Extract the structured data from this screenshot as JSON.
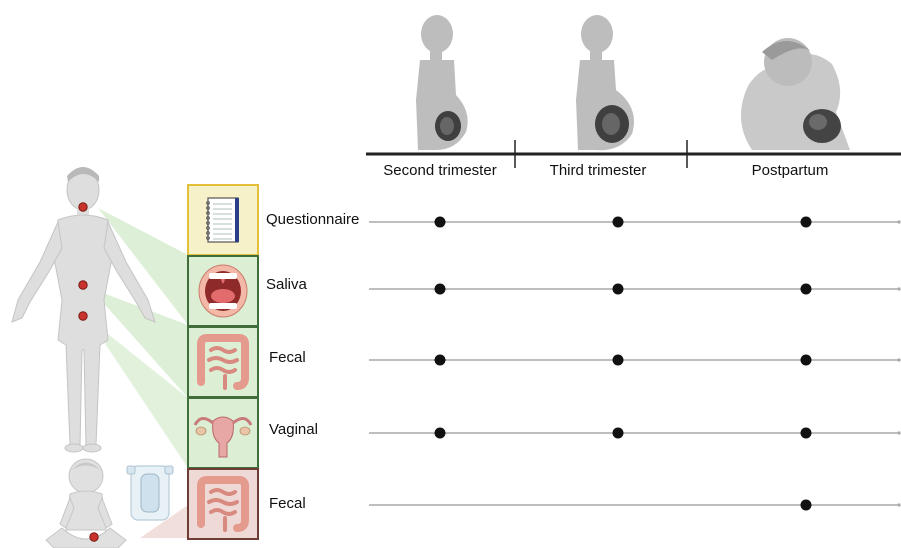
{
  "timeline": {
    "phases": [
      "Second trimester",
      "Third trimester",
      "Postpartum"
    ]
  },
  "samples": [
    {
      "label": "Questionnaire",
      "subject": "mother",
      "icon": "notebook-icon",
      "box_fill": "#f7f1c9",
      "box_border": "#e3bf3a",
      "collected": [
        true,
        true,
        true
      ]
    },
    {
      "label": "Saliva",
      "subject": "mother",
      "icon": "mouth-icon",
      "box_fill": "#dcefd4",
      "box_border": "#3f6e3a",
      "collected": [
        true,
        true,
        true
      ]
    },
    {
      "label": "Fecal",
      "subject": "mother",
      "icon": "intestine-icon",
      "box_fill": "#dcefd4",
      "box_border": "#3f6e3a",
      "collected": [
        true,
        true,
        true
      ]
    },
    {
      "label": "Vaginal",
      "subject": "mother",
      "icon": "uterus-icon",
      "box_fill": "#dcefd4",
      "box_border": "#3f6e3a",
      "collected": [
        true,
        true,
        true
      ]
    },
    {
      "label": "Fecal",
      "subject": "infant",
      "icon": "intestine-icon",
      "box_fill": "#efd9d6",
      "box_border": "#6e3b35",
      "collected": [
        false,
        false,
        true
      ]
    }
  ],
  "colors": {
    "timeline_axis": "#222222",
    "row_line": "#a8a8a8",
    "dot": "#111111",
    "sample_site": "#c8332b",
    "figure": "#dddddd"
  }
}
